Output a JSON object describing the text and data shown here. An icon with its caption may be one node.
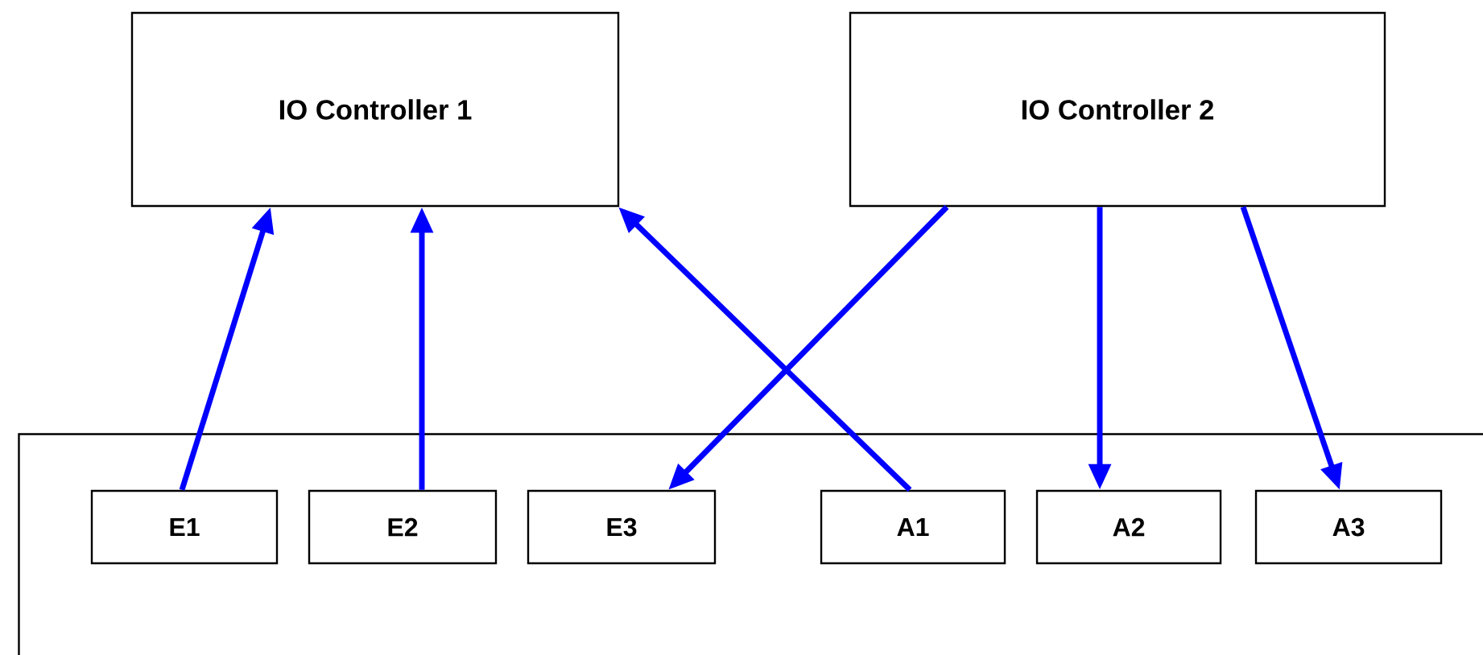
{
  "diagram": {
    "nodes": [
      {
        "text": [
          "IO Controller 1"
        ]
      },
      {
        "text": [
          "IO Controller 2"
        ]
      },
      {
        "text": [],
        "shape": "box"
      },
      {
        "text": [
          "E1"
        ],
        "in": 2
      },
      {
        "text": [
          "E2"
        ],
        "in": 2
      },
      {
        "text": [
          "E3"
        ],
        "in": 2
      },
      {
        "text": [
          "A1"
        ],
        "in": 2
      },
      {
        "text": [
          "A2"
        ],
        "in": 2
      },
      {
        "text": [
          "A3"
        ],
        "in": 2
      }
    ],
    "edges": [
      {
        "from": 3,
        "to": 0,
        "arrow": "to"
      },
      {
        "from": 4,
        "to": 0,
        "arrow": "to"
      },
      {
        "from": 6,
        "to": 0,
        "arrow": "to"
      },
      {
        "from": 1,
        "to": 5,
        "arrow": "to"
      },
      {
        "from": 1,
        "to": 7,
        "arrow": "to"
      },
      {
        "from": 1,
        "to": 8,
        "arrow": "to"
      }
    ]
  }
}
